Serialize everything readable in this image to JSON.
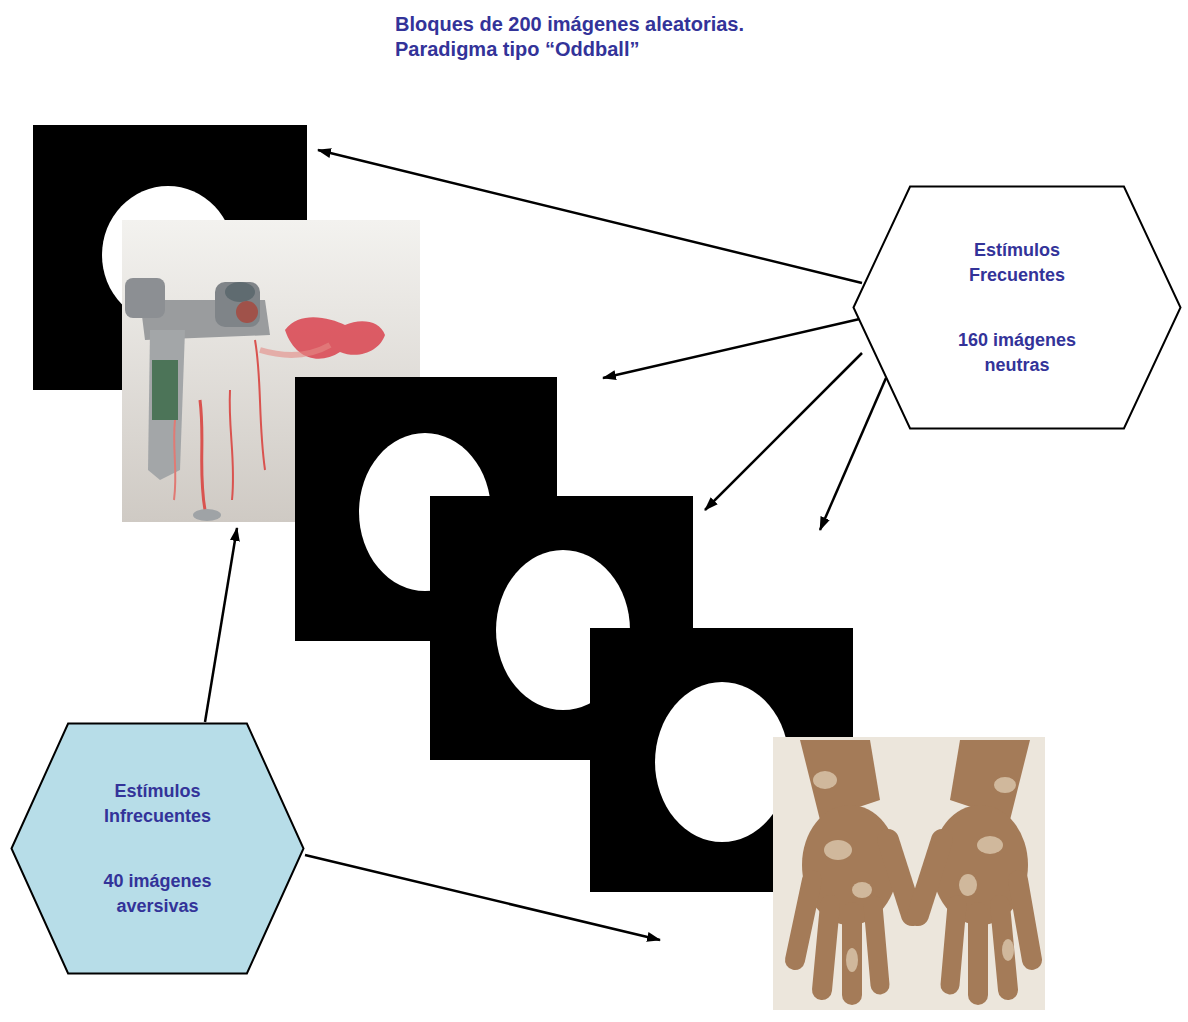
{
  "diagram": {
    "title": "Bloques de 200 imágenes aleatorias. Paradigma tipo “Oddball”",
    "nodes": [
      {
        "text": [
          "Estímulos Frecuentes",
          "160 imágenes neutras"
        ]
      },
      {
        "text": [
          "Estímulos Infrecuentes",
          "40 imágenes aversivas"
        ]
      }
    ]
  }
}
